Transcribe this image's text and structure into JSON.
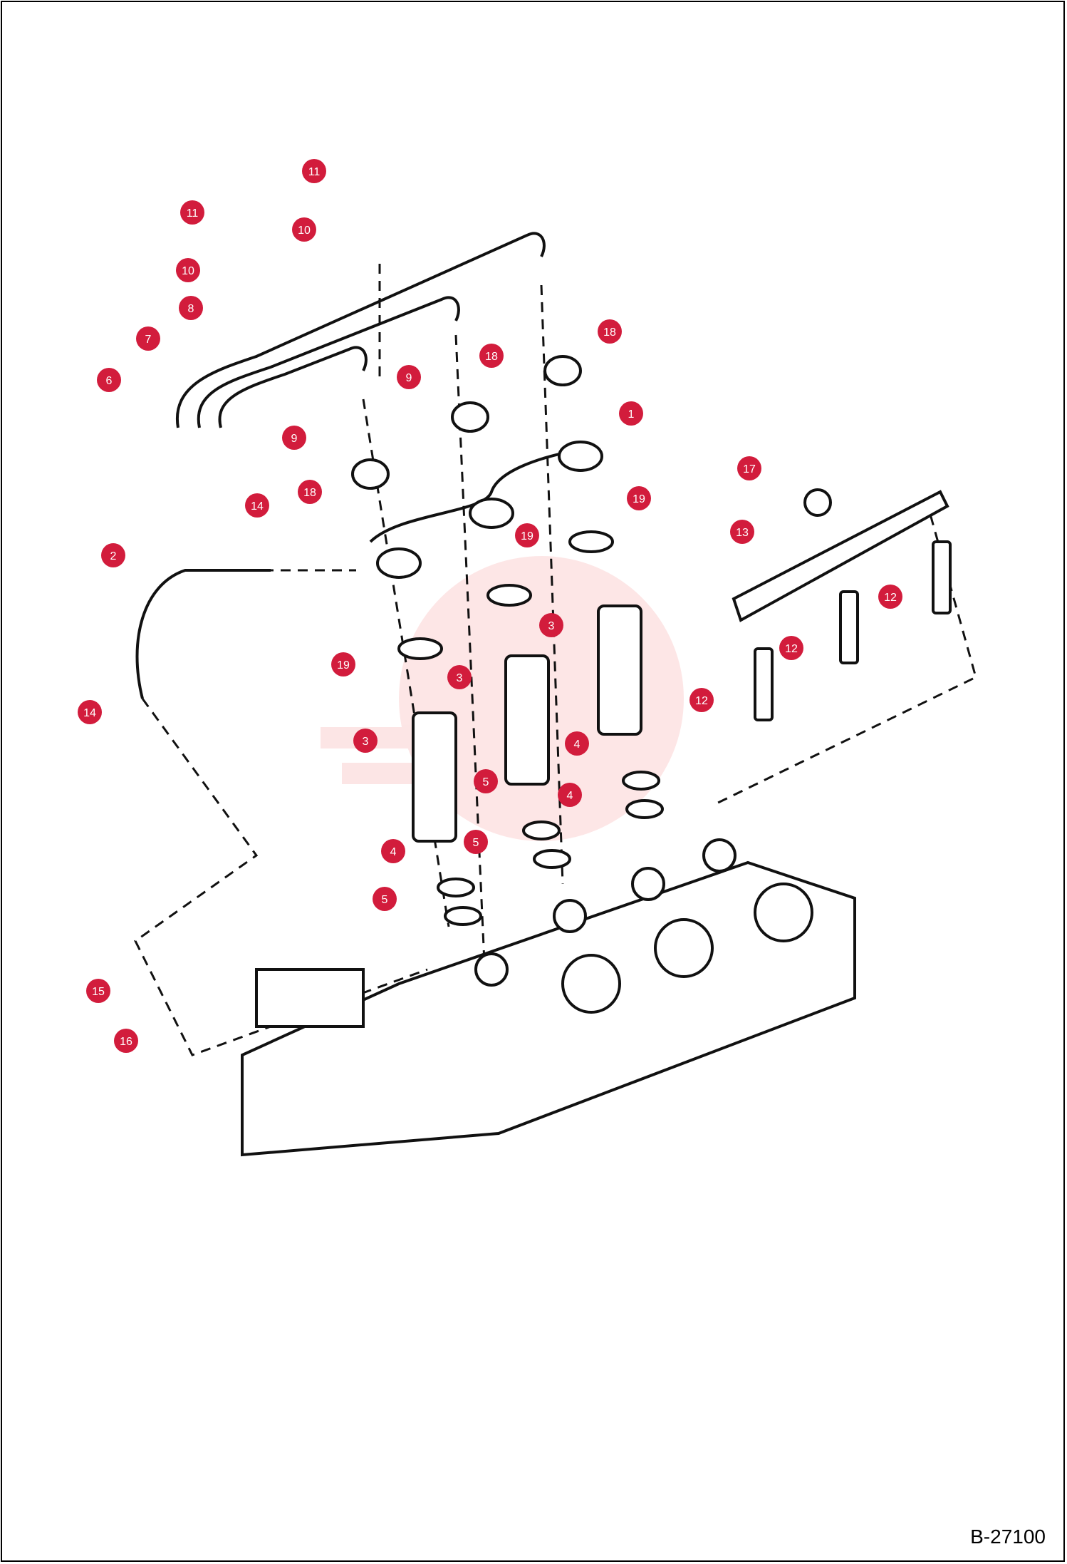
{
  "figure_code": "B-27100",
  "callout_color": "#d21c3c",
  "callouts": [
    {
      "label": "11"
    },
    {
      "label": "11"
    },
    {
      "label": "10"
    },
    {
      "label": "10"
    },
    {
      "label": "8"
    },
    {
      "label": "7"
    },
    {
      "label": "6"
    },
    {
      "label": "9"
    },
    {
      "label": "9"
    },
    {
      "label": "18"
    },
    {
      "label": "18"
    },
    {
      "label": "18"
    },
    {
      "label": "1"
    },
    {
      "label": "17"
    },
    {
      "label": "19"
    },
    {
      "label": "14"
    },
    {
      "label": "2"
    },
    {
      "label": "13"
    },
    {
      "label": "19"
    },
    {
      "label": "3"
    },
    {
      "label": "12"
    },
    {
      "label": "19"
    },
    {
      "label": "12"
    },
    {
      "label": "3"
    },
    {
      "label": "12"
    },
    {
      "label": "14"
    },
    {
      "label": "3"
    },
    {
      "label": "4"
    },
    {
      "label": "5"
    },
    {
      "label": "4"
    },
    {
      "label": "5"
    },
    {
      "label": "4"
    },
    {
      "label": "5"
    },
    {
      "label": "15"
    },
    {
      "label": "16"
    }
  ]
}
